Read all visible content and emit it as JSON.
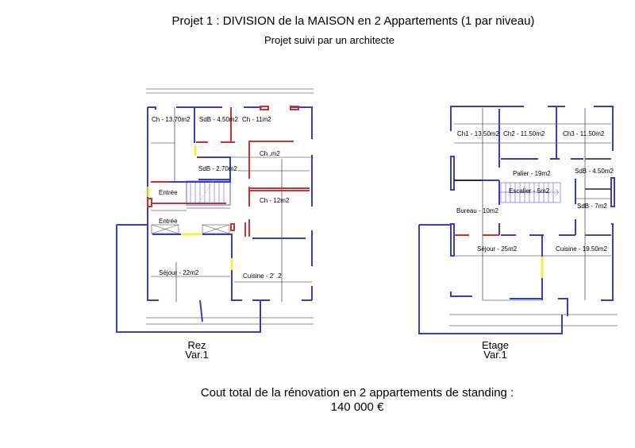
{
  "header": {
    "title": "Projet 1 : DIVISION de la MAISON en 2 Appartements (1 par niveau)",
    "subtitle": "Projet suivi par un architecte"
  },
  "plans": {
    "rez": {
      "name": "Rez",
      "variant": "Var.1",
      "rooms": [
        "Ch - 13.70m2",
        "SdB - 4.50m2",
        "Ch - 11m2",
        "Ch      .m2",
        "SdB - 2.70m2",
        "Entrée",
        "Ch - 12m2",
        "Entrée",
        "Séjour - 22m2",
        "Cuisine - 2'  .2"
      ]
    },
    "etage": {
      "name": "Etage",
      "variant": "Var.1",
      "rooms": [
        "Ch1 - 13.50m2",
        "Ch2 - 11.50m2",
        "Ch3 - 11.50m2",
        "Palier - 19m2",
        "SdB - 4.50m2",
        "Escalier - 5m2",
        "SdB - 7m2",
        "Bureau - 10m2",
        "Séjour - 25m2",
        "Cuisine - 19.50m2"
      ]
    }
  },
  "footer": {
    "cost_line": "Cout total de la rénovation en 2 appartements de standing :",
    "cost_value": "140 000 €"
  },
  "colors": {
    "existing_wall": "#3a3ac8",
    "new_wall": "#d03030",
    "opening": "#f0f040",
    "dimension": "#222222"
  }
}
